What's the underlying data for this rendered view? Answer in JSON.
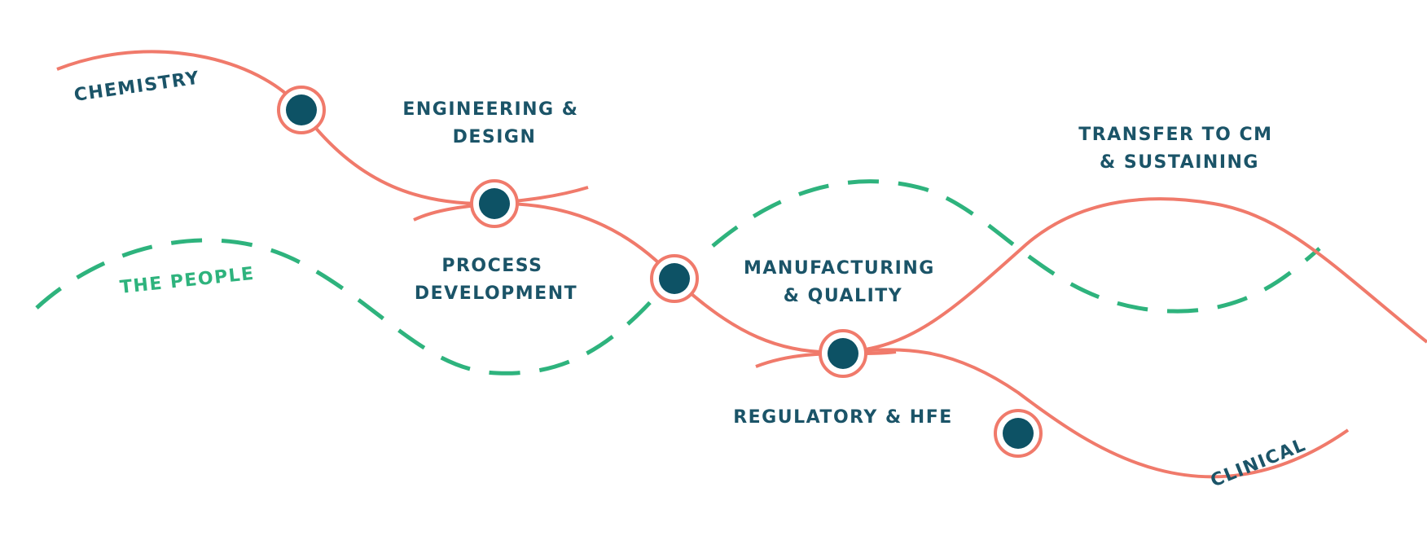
{
  "colors": {
    "process_line": "#f07a6b",
    "people_line": "#2eb37d",
    "node_fill": "#0d5265",
    "node_ring": "#f07a6b",
    "label_text": "#1b5468",
    "people_text": "#2eb37d"
  },
  "curve_labels": {
    "chemistry": "CHEMISTRY",
    "the_people": "THE PEOPLE",
    "clinical": "CLINICAL"
  },
  "stages": [
    {
      "id": "engineering-design",
      "lines": [
        "ENGINEERING &",
        "DESIGN"
      ]
    },
    {
      "id": "process-development",
      "lines": [
        "PROCESS",
        "DEVELOPMENT"
      ]
    },
    {
      "id": "manufacturing-quality",
      "lines": [
        "MANUFACTURING",
        "& QUALITY"
      ]
    },
    {
      "id": "regulatory-hfe",
      "lines": [
        "REGULATORY & HFE"
      ]
    },
    {
      "id": "transfer-cm",
      "lines": [
        "TRANSFER TO CM",
        "& SUSTAINING"
      ]
    }
  ]
}
